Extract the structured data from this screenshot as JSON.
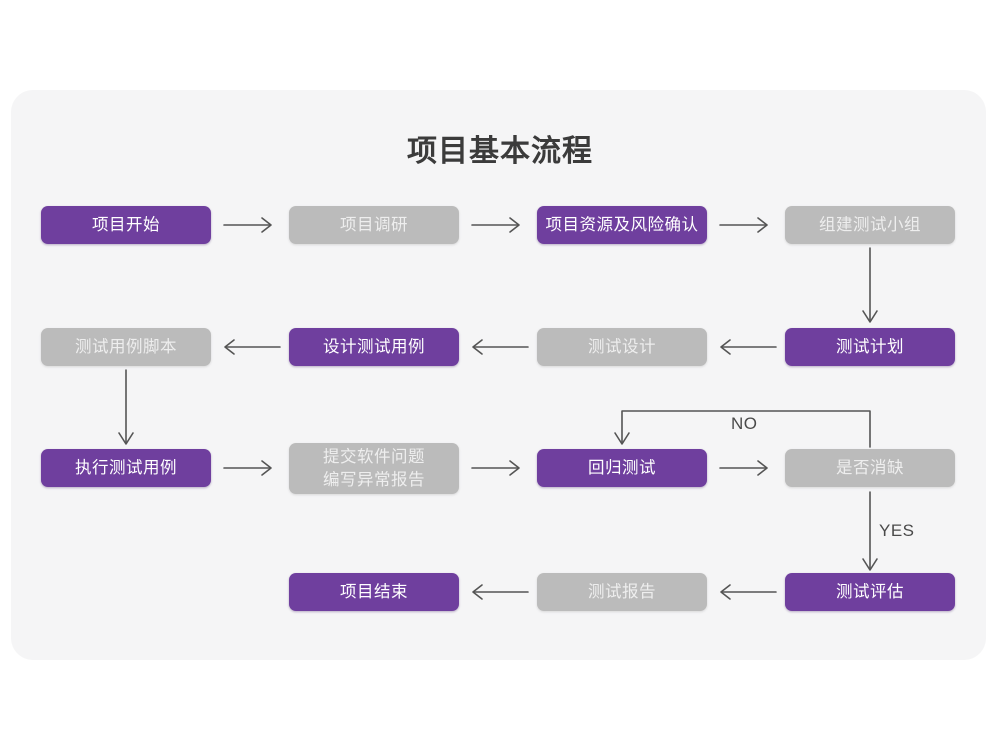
{
  "title": "项目基本流程",
  "palette": {
    "purple": "#6f3f9e",
    "gray": "#bbbbbb",
    "card_bg": "#f5f5f6",
    "page_bg": "#ffffff",
    "line": "#555555",
    "title_color": "#3b3b3b"
  },
  "nodes": [
    {
      "id": "n1",
      "label": "项目开始",
      "style": "purple"
    },
    {
      "id": "n2",
      "label": "项目调研",
      "style": "gray"
    },
    {
      "id": "n3",
      "label": "项目资源及风险确认",
      "style": "purple"
    },
    {
      "id": "n4",
      "label": "组建测试小组",
      "style": "gray"
    },
    {
      "id": "n5",
      "label": "测试用例脚本",
      "style": "gray"
    },
    {
      "id": "n6",
      "label": "设计测试用例",
      "style": "purple"
    },
    {
      "id": "n7",
      "label": "测试设计",
      "style": "gray"
    },
    {
      "id": "n8",
      "label": "测试计划",
      "style": "purple"
    },
    {
      "id": "n9",
      "label": "执行测试用例",
      "style": "purple"
    },
    {
      "id": "n10",
      "label": "提交软件问题\n编写异常报告",
      "style": "gray"
    },
    {
      "id": "n11",
      "label": "回归测试",
      "style": "purple"
    },
    {
      "id": "n12",
      "label": "是否消缺",
      "style": "gray"
    },
    {
      "id": "n13",
      "label": "项目结束",
      "style": "purple"
    },
    {
      "id": "n14",
      "label": "测试报告",
      "style": "gray"
    },
    {
      "id": "n15",
      "label": "测试评估",
      "style": "purple"
    }
  ],
  "edge_labels": {
    "no": "NO",
    "yes": "YES"
  }
}
